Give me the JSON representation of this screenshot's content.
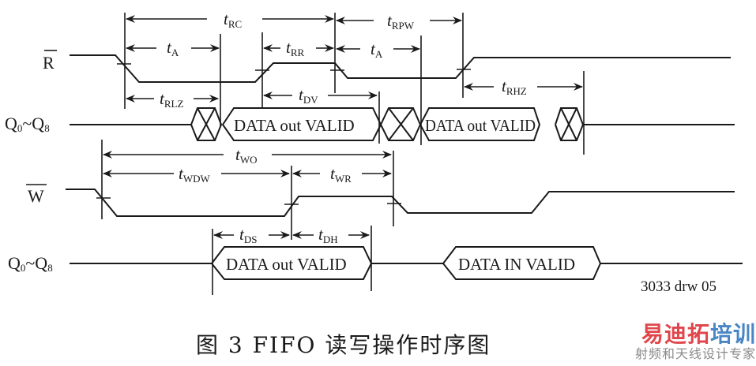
{
  "figure": {
    "caption": "图 3   FIFO 读写操作时序图",
    "drawing_id": "3033 drw 05"
  },
  "signals": [
    {
      "id": "read",
      "label": "R",
      "overbar": true
    },
    {
      "id": "q_read",
      "label_main": "Q",
      "label_sub0": "0",
      "label_tilde": "~Q",
      "label_sub1": "8"
    },
    {
      "id": "write",
      "label": "W",
      "overbar": true
    },
    {
      "id": "q_write",
      "label_main": "Q",
      "label_sub0": "0",
      "label_tilde": "~Q",
      "label_sub1": "8"
    }
  ],
  "data_boxes": {
    "read_valid_1": "DATA out VALID",
    "read_valid_2": "DATA out VALID",
    "write_valid": "DATA out VALID",
    "write_in_valid": "DATA IN VALID"
  },
  "timing_params": {
    "t_rc": {
      "t": "t",
      "sub": "RC"
    },
    "t_a1": {
      "t": "t",
      "sub": "A"
    },
    "t_rr": {
      "t": "t",
      "sub": "RR"
    },
    "t_rpw": {
      "t": "t",
      "sub": "RPW"
    },
    "t_a2": {
      "t": "t",
      "sub": "A"
    },
    "t_rlz": {
      "t": "t",
      "sub": "RLZ"
    },
    "t_dv": {
      "t": "t",
      "sub": "DV"
    },
    "t_rhz": {
      "t": "t",
      "sub": "RHZ"
    },
    "t_wo": {
      "t": "t",
      "sub": "WO"
    },
    "t_wdw": {
      "t": "t",
      "sub": "WDW"
    },
    "t_wr": {
      "t": "t",
      "sub": "WR"
    },
    "t_ds": {
      "t": "t",
      "sub": "DS"
    },
    "t_dh": {
      "t": "t",
      "sub": "DH"
    }
  },
  "watermark": {
    "brand_part1": "易迪拓",
    "brand_part2": "培训",
    "tagline": "射频和天线设计专家",
    "color_primary": "#e0474c",
    "color_secondary": "#4a86c5",
    "color_tagline": "#8a8a8a"
  }
}
